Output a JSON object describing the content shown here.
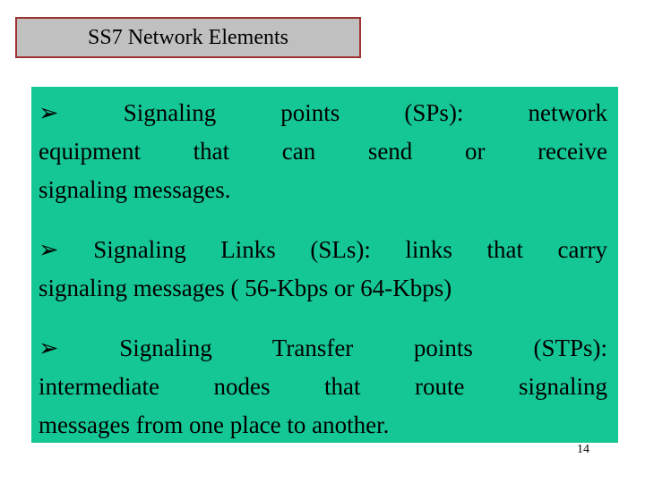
{
  "title": {
    "label": "SS7 Network Elements"
  },
  "content": {
    "bullet_glyph": "➢",
    "bullet_glyph_name": "arrowhead-bullet-icon",
    "paragraphs": [
      {
        "full_text": "➢ Signaling points (SPs): network equipment that can send or receive signaling messages.",
        "lines": [
          "➢ Signaling points (SPs): network",
          "equipment that can send or receive",
          "signaling messages."
        ]
      },
      {
        "full_text": "➢ Signaling Links (SLs): links that carry signaling messages ( 56-Kbps or 64-Kbps)",
        "lines": [
          "➢ Signaling Links (SLs): links that carry",
          "signaling messages ( 56-Kbps or 64-Kbps)"
        ]
      },
      {
        "full_text": "➢ Signaling Transfer points (STPs): intermediate nodes that route signaling messages from one place to another.",
        "lines": [
          "➢ Signaling Transfer points (STPs):",
          "intermediate nodes that route signaling",
          "messages from one place to another."
        ]
      }
    ]
  },
  "footer": {
    "page_number": "14"
  },
  "colors": {
    "page_background": "#ffffff",
    "content_background": "#15c795",
    "title_background": "#c0c0c0",
    "title_border": "#9e3333",
    "text": "#000000"
  }
}
